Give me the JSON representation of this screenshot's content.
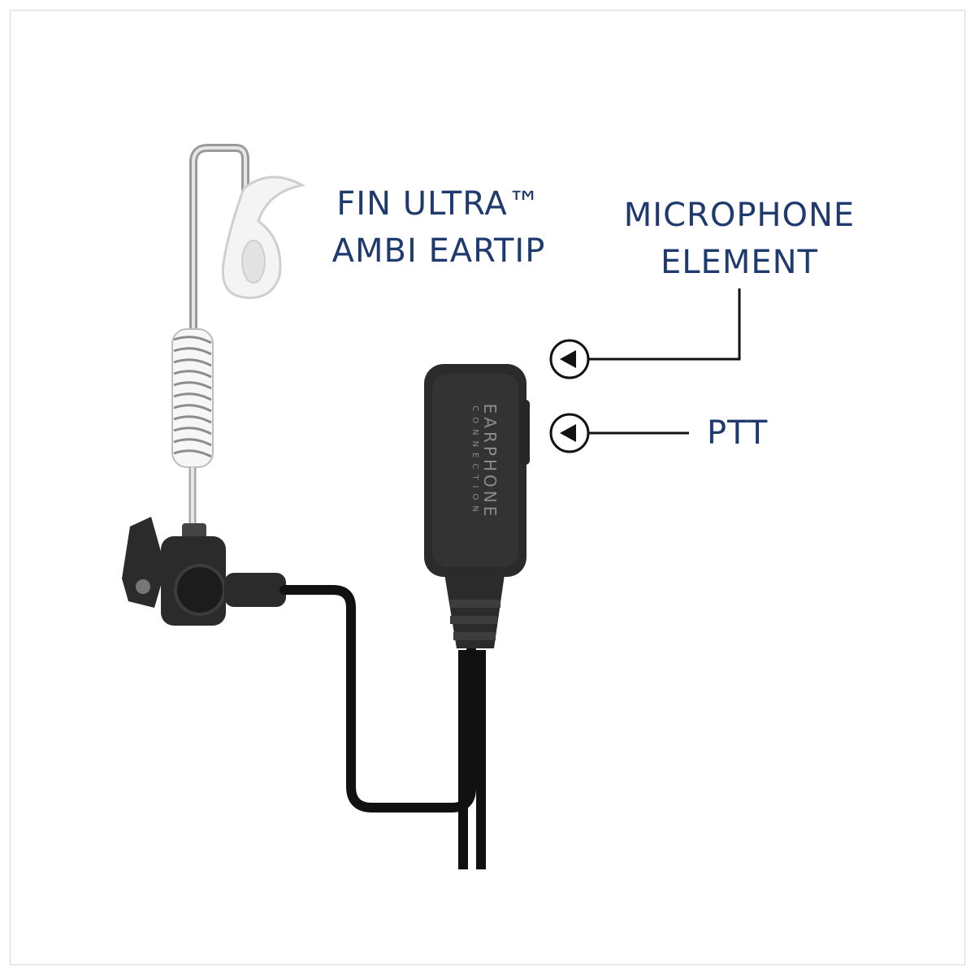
{
  "labels": {
    "eartip_line1": "FIN ULTRA™",
    "eartip_line2": "AMBI EARTIP",
    "mic_line1": "MICROPHONE",
    "mic_line2": "ELEMENT",
    "ptt": "PTT"
  },
  "brand": {
    "line1": "EARPHONE",
    "line2": "CONNECTION"
  },
  "colors": {
    "label_text": "#1f3a6e",
    "device_body": "#2b2b2b",
    "cable": "#111111",
    "eartip": "#f2f2f2"
  },
  "icons": [
    "arrow-marker-icon"
  ]
}
